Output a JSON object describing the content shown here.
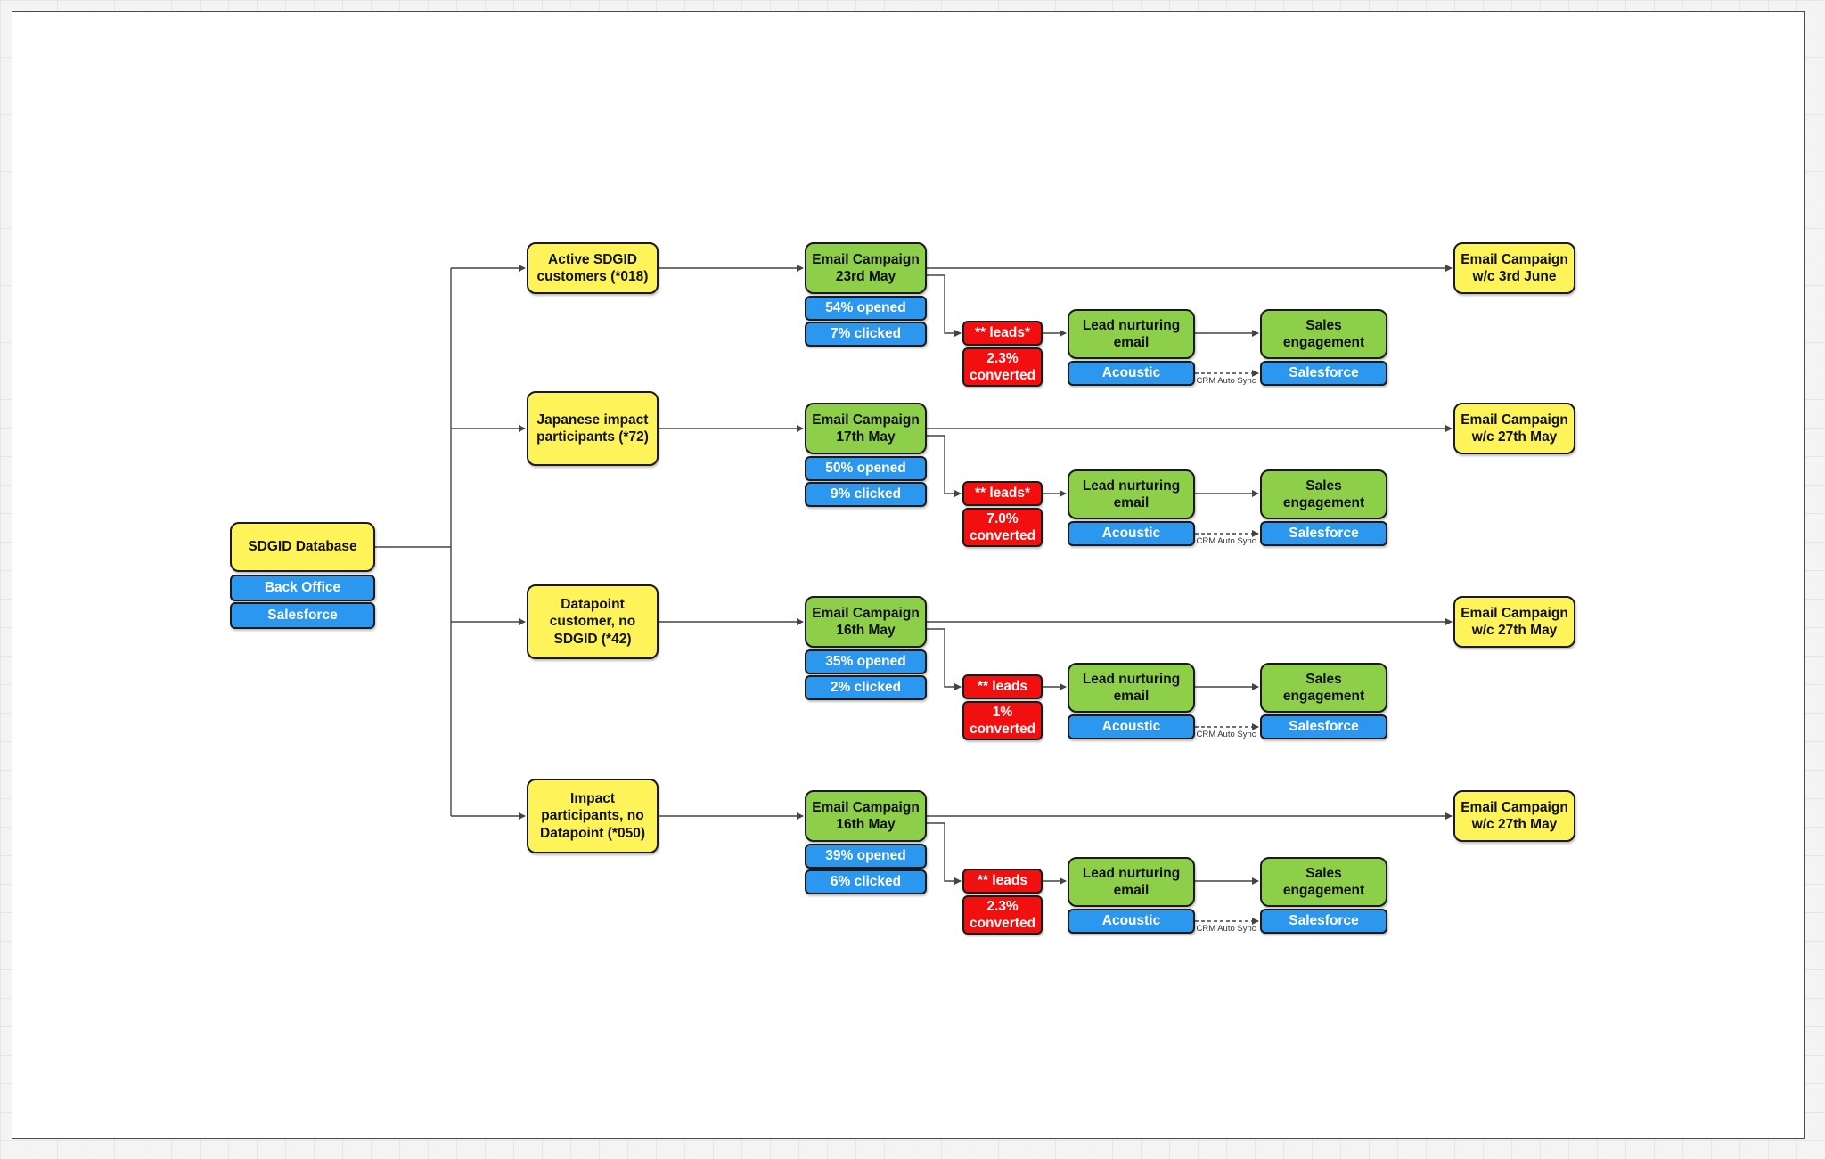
{
  "root": {
    "title": "SDGID Database",
    "sources": [
      "Back Office",
      "Salesforce"
    ]
  },
  "segments": [
    {
      "name": "Active SDGID customers (*018)",
      "campaign": "Email Campaign\n23rd May",
      "opened": "54% opened",
      "clicked": "7% clicked",
      "leads": "** leads*",
      "converted": "2.3%\nconverted",
      "nurture": "Lead nurturing\nemail",
      "nurture_tool": "Acoustic",
      "sales": "Sales engagement",
      "sales_tool": "Salesforce",
      "sync_label": "CRM Auto Sync",
      "followup": "Email Campaign\nw/c 3rd June"
    },
    {
      "name": "Japanese impact\nparticipants (*72)",
      "campaign": "Email Campaign\n17th May",
      "opened": "50% opened",
      "clicked": "9% clicked",
      "leads": "** leads*",
      "converted": "7.0%\nconverted",
      "nurture": "Lead nurturing\nemail",
      "nurture_tool": "Acoustic",
      "sales": "Sales engagement",
      "sales_tool": "Salesforce",
      "sync_label": "CRM Auto Sync",
      "followup": "Email Campaign\nw/c 27th May"
    },
    {
      "name": "Datapoint\ncustomer, no\nSDGID (*42)",
      "campaign": "Email Campaign\n16th May",
      "opened": "35% opened",
      "clicked": "2% clicked",
      "leads": "** leads",
      "converted": "1%\nconverted",
      "nurture": "Lead nurturing\nemail",
      "nurture_tool": "Acoustic",
      "sales": "Sales engagement",
      "sales_tool": "Salesforce",
      "sync_label": "CRM Auto Sync",
      "followup": "Email Campaign\nw/c 27th May"
    },
    {
      "name": "Impact\nparticipants, no\nDatapoint (*050)",
      "campaign": "Email Campaign\n16th May",
      "opened": "39% opened",
      "clicked": "6% clicked",
      "leads": "** leads",
      "converted": "2.3%\nconverted",
      "nurture": "Lead nurturing\nemail",
      "nurture_tool": "Acoustic",
      "sales": "Sales engagement",
      "sales_tool": "Salesforce",
      "sync_label": "CRM Auto Sync",
      "followup": "Email Campaign\nw/c 27th May"
    }
  ],
  "colors": {
    "segment": "#fef45a",
    "campaign": "#8ecf49",
    "tool": "#2b97ee",
    "lead": "#f20f0f",
    "line": "#444444"
  }
}
